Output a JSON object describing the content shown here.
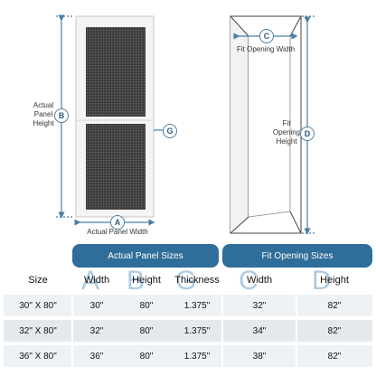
{
  "labels": {
    "actual_panel_height": "Actual\nPanel\nHeight",
    "actual_panel_width": "Actual Panel Width",
    "fit_opening_width": "Fit Opening Width",
    "fit_opening_height": "Fit\nOpening\nHeight"
  },
  "badges": {
    "a": "A",
    "b": "B",
    "c": "C",
    "d": "D",
    "g": "G"
  },
  "table": {
    "group_headers": [
      "Actual Panel Sizes",
      "Fit Opening Sizes"
    ],
    "columns": [
      "Size",
      "Width",
      "Height",
      "Thickness",
      "Width",
      "Height"
    ],
    "column_letters": [
      "A",
      "B",
      "G",
      "C",
      "D"
    ],
    "rows": [
      [
        "30\" X 80\"",
        "30\"",
        "80\"",
        "1.375\"",
        "32\"",
        "82\""
      ],
      [
        "32\" X 80\"",
        "32\"",
        "80\"",
        "1.375\"",
        "34\"",
        "82\""
      ],
      [
        "36\" X 80\"",
        "36\"",
        "80\"",
        "1.375\"",
        "38\"",
        "82\""
      ]
    ]
  },
  "colors": {
    "accent": "#2f6e9a",
    "dimension_line": "#4a7fa6",
    "letter_watermark": "#9ec2dd",
    "row_light": "#eef2f5",
    "row_alt": "#e4e9ee"
  }
}
